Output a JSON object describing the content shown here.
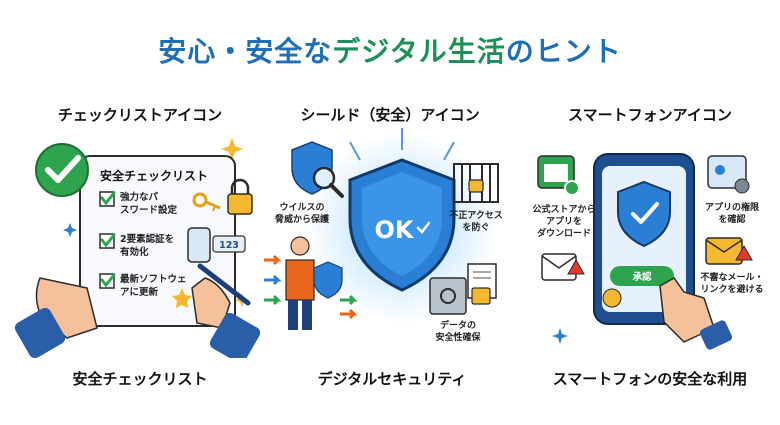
{
  "title": {
    "part1": "安心・安全な",
    "part2": "デジタル生活",
    "part3": "のヒント"
  },
  "columns": [
    {
      "heading": "チェックリストアイコン",
      "footer": "安全チェックリスト",
      "card_title": "安全チェックリスト",
      "items": [
        {
          "line1": "強力なパ",
          "line2": "スワード設定"
        },
        {
          "line1": "2要素認証を",
          "line2": "有効化"
        },
        {
          "line1": "最新ソフトウェ",
          "line2": "アに更新"
        }
      ],
      "code": "123"
    },
    {
      "heading": "シールド（安全）アイコン",
      "footer": "デジタルセキュリティ",
      "shield_text": "OK",
      "labels": {
        "virus_1": "ウイルスの",
        "virus_2": "脅威から保護",
        "access_1": "不正アクセス",
        "access_2": "を防ぐ",
        "data_1": "データの",
        "data_2": "安全性確保"
      }
    },
    {
      "heading": "スマートフォンアイコン",
      "footer": "スマートフォンの安全な利用",
      "approve": "承認",
      "labels": {
        "store_1": "公式ストアから",
        "store_2": "アプリを",
        "store_3": "ダウンロード",
        "perm_1": "アプリの権限",
        "perm_2": "を確認",
        "mail_1": "不審なメール・",
        "mail_2": "リンクを避ける"
      }
    }
  ],
  "colors": {
    "title_blue": "#1f6fb8",
    "title_green": "#1f8f5a",
    "check_green": "#2fa44f",
    "shield_blue": "#2a7fd4"
  }
}
